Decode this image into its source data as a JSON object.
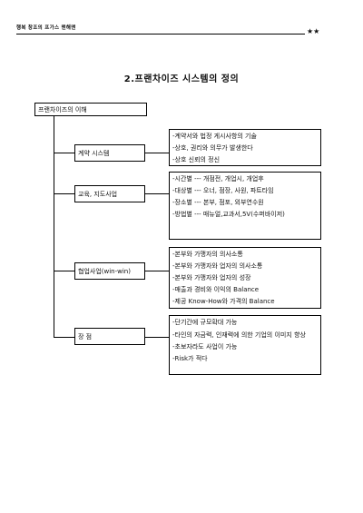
{
  "header": {
    "doc_title": "행복 창조의 프가스 맨해맨",
    "stars": "★★"
  },
  "title": "2.프랜차이즈 시스템의 정의",
  "root": "프랜차이즈의 이해",
  "categories": [
    {
      "label": "계약 시스템",
      "items": [
        "-계약서와 법정 게시사항의 기술",
        "-상호, 권리와 의무가 발생한다",
        "-상호 신뢰의 정신"
      ]
    },
    {
      "label": "교육, 지도사업",
      "items": [
        "-시간별 --- 개점전, 개업시, 개업후",
        "-대상별 --- 오너, 점장, 사원, 파트타임",
        "-장소별 --- 본부, 점포, 외부연수원",
        "-방법별 --- 매뉴얼,교과서,5V(수퍼바이저)"
      ]
    },
    {
      "label": "협업사업(win-win)",
      "items": [
        "-본부와 가맹자의 의사소통",
        "-본부와 가맹자와 업자의 의사소통",
        "-본부와 가맹자와 업자의 성장",
        "-매출과 경비와 이익의 Balance",
        "-제공 Know-How와 가격의 Balance"
      ]
    },
    {
      "label": "장 점",
      "items": [
        "-단기간에 규모확대 가능",
        "-타인의 자금력, 인재력에 의한 기업의 이미지 향상",
        "-초보자라도 사업이 가능",
        "-Risk가 적다"
      ]
    }
  ]
}
